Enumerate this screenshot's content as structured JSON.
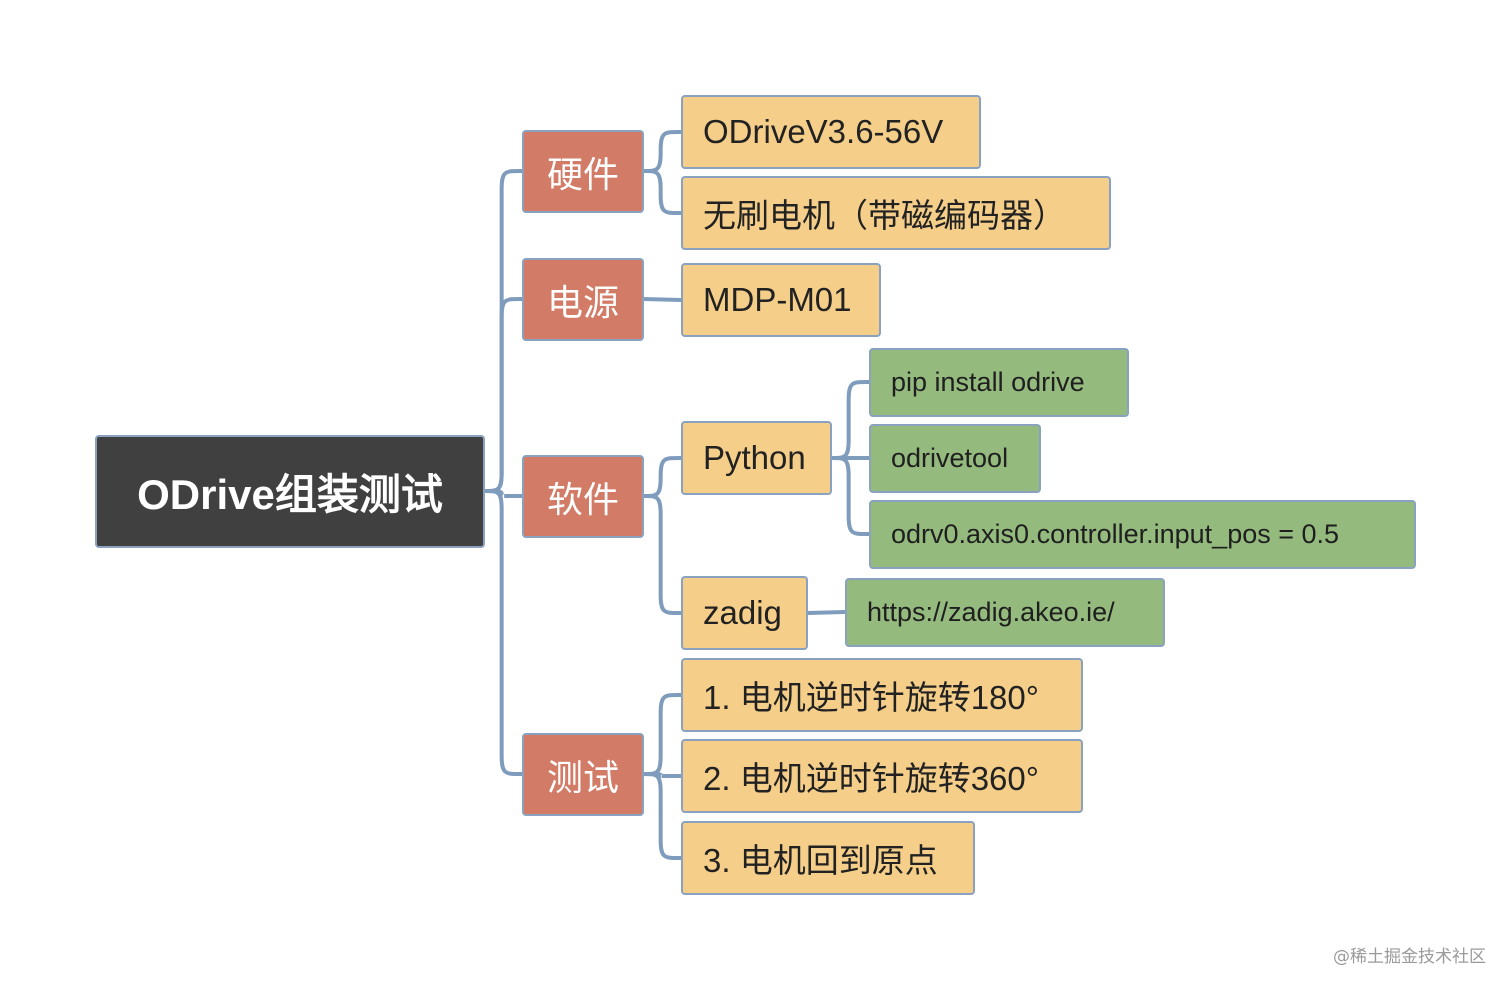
{
  "root": {
    "label": "ODrive组装测试"
  },
  "branches": {
    "hardware": {
      "label": "硬件",
      "children": [
        "ODriveV3.6-56V",
        "无刷电机（带磁编码器）"
      ]
    },
    "power": {
      "label": "电源",
      "children": [
        "MDP-M01"
      ]
    },
    "software": {
      "label": "软件",
      "python": {
        "label": "Python",
        "children": [
          "pip install odrive",
          "odrivetool",
          "odrv0.axis0.controller.input_pos = 0.5"
        ]
      },
      "zadig": {
        "label": "zadig",
        "children": [
          "https://zadig.akeo.ie/"
        ]
      }
    },
    "test": {
      "label": "测试",
      "children": [
        "1. 电机逆时针旋转180°",
        "2. 电机逆时针旋转360°",
        "3. 电机回到原点"
      ]
    }
  },
  "colors": {
    "root": "#404040",
    "category": "#d27b66",
    "leaf": "#f5cf8a",
    "detail": "#94ba7e",
    "connector": "#7f9cbd",
    "border": "#8aa2bf"
  },
  "watermark": "@稀土掘金技术社区"
}
